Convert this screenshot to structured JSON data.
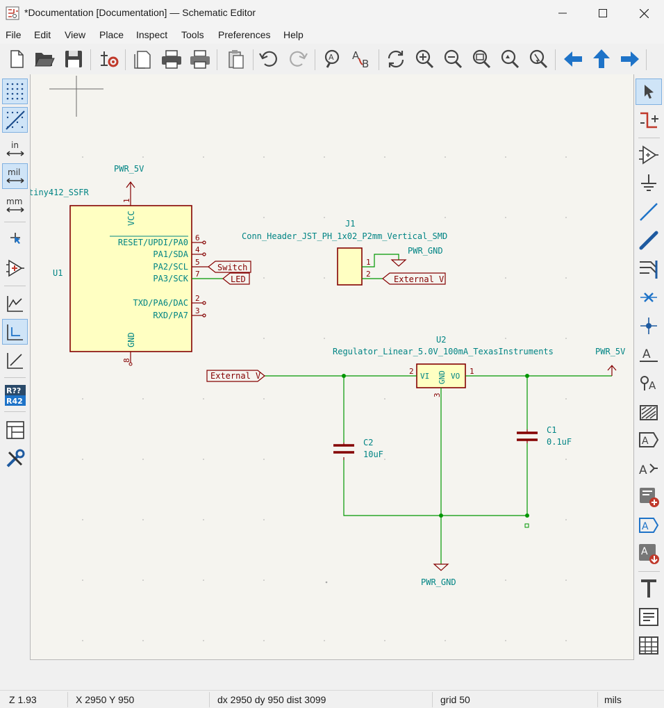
{
  "window": {
    "title": "*Documentation [Documentation] — Schematic Editor"
  },
  "menu": {
    "items": [
      "File",
      "Edit",
      "View",
      "Place",
      "Inspect",
      "Tools",
      "Preferences",
      "Help"
    ]
  },
  "toolbar": {
    "icons": [
      "new-schematic-icon",
      "open-folder-icon",
      "save-icon",
      "schematic-setup-icon",
      "page-settings-icon",
      "print-icon",
      "plot-icon",
      "paste-icon",
      "undo-icon",
      "redo-icon",
      "find-icon",
      "find-replace-icon",
      "refresh-icon",
      "zoom-in-icon",
      "zoom-out-icon",
      "zoom-fit-icon",
      "zoom-objects-icon",
      "zoom-selection-icon",
      "navigate-back-icon",
      "navigate-up-icon",
      "navigate-forward-icon"
    ]
  },
  "left_toolbar": {
    "units": {
      "inches": "in",
      "mils": "mil",
      "millimeters": "mm"
    },
    "annotate_badge": {
      "top": "R??",
      "bottom": "R42"
    }
  },
  "schematic": {
    "u1": {
      "ref": "U1",
      "value": "tiny412_SSFR",
      "power_label": "PWR_5V",
      "pins_left": [
        "VCC",
        "GND"
      ],
      "pins": [
        {
          "num": "6",
          "name": "RESET/UPDI/PA0"
        },
        {
          "num": "4",
          "name": "PA1/SDA"
        },
        {
          "num": "5",
          "name": "PA2/SCL"
        },
        {
          "num": "7",
          "name": "PA3/SCK"
        },
        {
          "num": "2",
          "name": "TXD/PA6/DAC"
        },
        {
          "num": "3",
          "name": "RXD/PA7"
        }
      ],
      "vcc_pin": "1",
      "gnd_pin": "8",
      "switch_label": "Switch",
      "led_label": "LED"
    },
    "j1": {
      "ref": "J1",
      "value": "Conn_Header_JST_PH_1x02_P2mm_Vertical_SMD",
      "pin1": "1",
      "pin2": "2",
      "gnd_label": "PWR_GND",
      "ext_label": "External V"
    },
    "u2": {
      "ref": "U2",
      "value": "Regulator_Linear_5.0V_100mA_TexasInstruments",
      "pin_vi": "VI",
      "pin_gnd": "GND",
      "pin_vo": "VO",
      "pin1": "1",
      "pin2": "2",
      "pin3": "3",
      "out_label": "PWR_5V",
      "in_label": "External V",
      "gnd_label": "PWR_GND"
    },
    "c1": {
      "ref": "C1",
      "value": "0.1uF"
    },
    "c2": {
      "ref": "C2",
      "value": "10uF"
    }
  },
  "status": {
    "zoom": "Z 1.93",
    "coords": "X 2950  Y 950",
    "delta": "dx 2950  dy 950  dist 3099",
    "grid": "grid 50",
    "units": "mils"
  },
  "colors": {
    "symbol_outline": "#840000",
    "symbol_fill": "#ffffc2",
    "wire": "#009600",
    "pin_text": "#008484",
    "canvas": "#f5f4ef",
    "accent": "#1e73c8"
  }
}
